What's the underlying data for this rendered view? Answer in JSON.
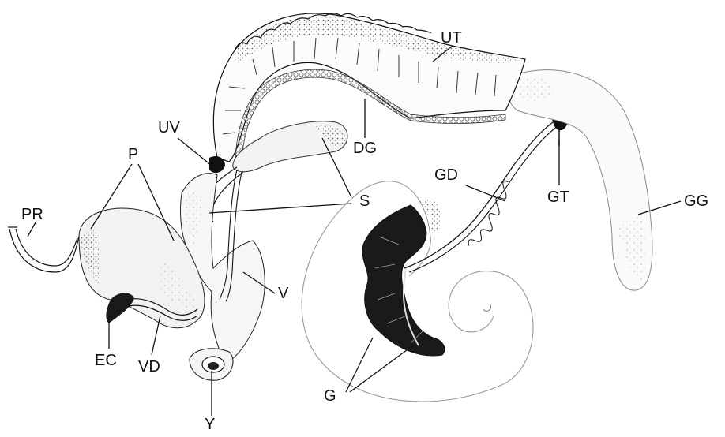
{
  "figure": {
    "labels": {
      "ut": "UT",
      "dg": "DG",
      "uv": "UV",
      "p": "P",
      "s": "S",
      "pr": "PR",
      "v": "V",
      "ec": "EC",
      "vd": "VD",
      "y": "Y",
      "gd": "GD",
      "gt": "GT",
      "gg": "GG",
      "g": "G"
    },
    "colors": {
      "ink": "#111111",
      "stipple": "#6a6a6a",
      "tissue_light": "#f4f4f4",
      "tissue_mid": "#d9d9d9",
      "gland_dark": "#1a1a1a"
    }
  }
}
